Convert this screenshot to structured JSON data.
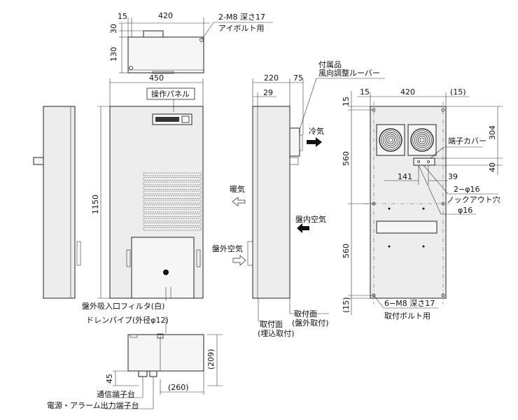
{
  "dimensions": {
    "top_15": "15",
    "top_420": "420",
    "top_30": "30",
    "top_130": "130",
    "front_450": "450",
    "front_1150": "1150",
    "side_220": "220",
    "side_75": "75",
    "side_29": "29",
    "back_15": "15",
    "back_420": "420",
    "back_15p": "(15)",
    "back_v15": "15",
    "back_304": "304",
    "back_560a": "560",
    "back_40": "40",
    "back_141": "141",
    "back_39": "39",
    "back_560b": "560",
    "back_v15p": "(15)",
    "bottom_45": "45",
    "bottom_209": "(209)",
    "bottom_260": "(260)"
  },
  "labels": {
    "m8_eyebolt": "2-M8 深さ17",
    "eyebolt_use": "アイボルト用",
    "control_panel": "操作パネル",
    "accessory": "付属品",
    "louver": "風向調整ルーバー",
    "cold_air": "冷気",
    "warm_air": "暖気",
    "panel_inside_air": "盤内空気",
    "panel_outside_air": "盤外空気",
    "terminal_cover": "端子カバー",
    "knockout_2phi16": "2−φ16",
    "knockout_hole": "ノックアウト穴",
    "phi16": "φ16",
    "intake_filter": "盤外吸入口フィルタ(白)",
    "drain_pipe": "ドレンパイプ(外径φ12)",
    "mount_face_embedded": "取付面",
    "embedded_mount": "(埋込取付)",
    "mount_face_external": "取付面",
    "external_mount": "(盤外取付)",
    "m8_mount": "6−M8 深さ17",
    "mount_bolt_use": "取付ボルト用",
    "comm_terminal": "通信端子台",
    "power_alarm_terminal": "電源・アラーム出力端子台"
  }
}
